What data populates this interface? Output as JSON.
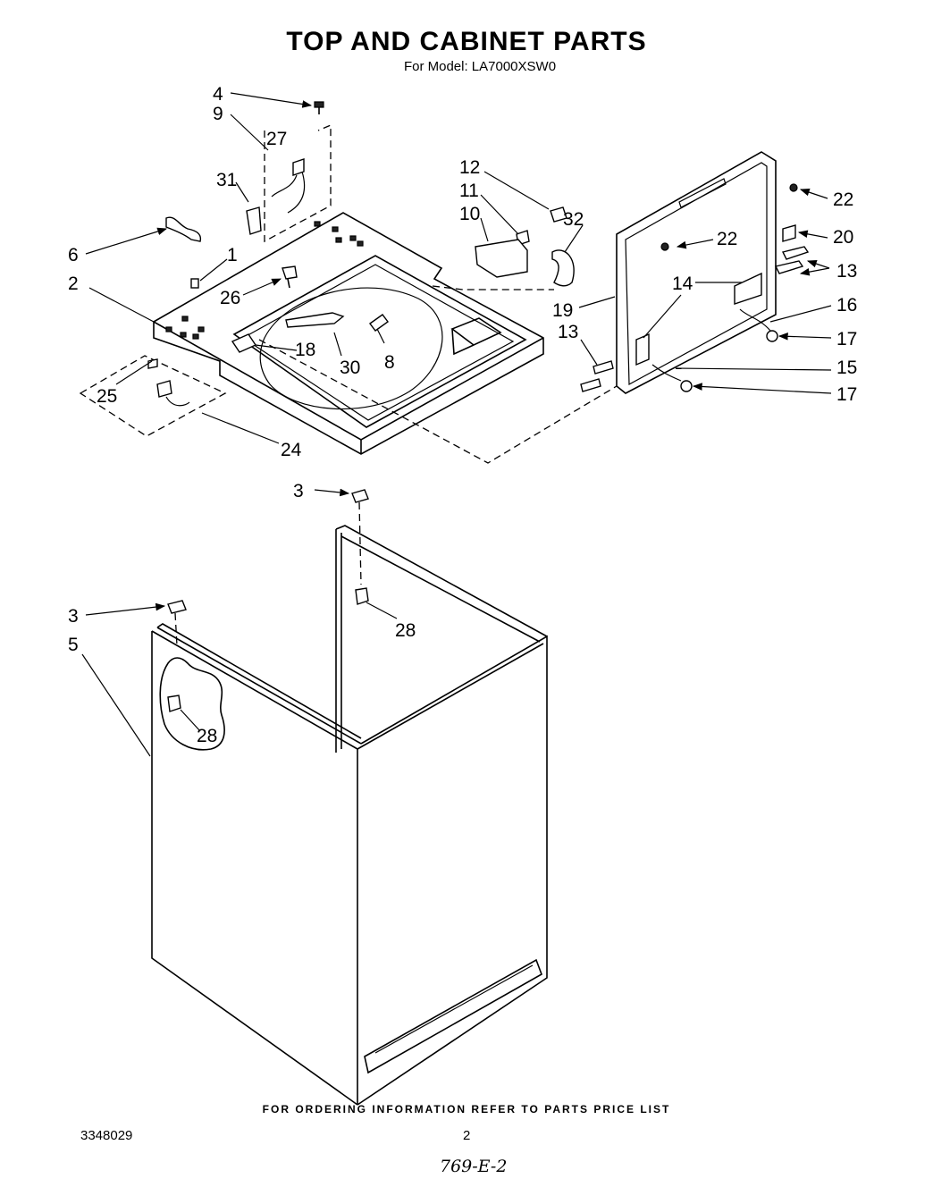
{
  "header": {
    "title": "TOP AND CABINET PARTS",
    "subtitle": "For Model: LA7000XSW0"
  },
  "callouts": [
    "4",
    "9",
    "27",
    "31",
    "6",
    "1",
    "2",
    "26",
    "25",
    "24",
    "18",
    "30",
    "8",
    "12",
    "11",
    "10",
    "32",
    "22",
    "22",
    "20",
    "13",
    "14",
    "16",
    "19",
    "17",
    "13",
    "15",
    "17",
    "3",
    "28",
    "3",
    "5",
    "28"
  ],
  "footer": {
    "ordering_note": "FOR ORDERING INFORMATION REFER TO PARTS PRICE LIST",
    "document_number": "3348029",
    "page_number": "2",
    "handwritten_note": "769-E-2"
  }
}
